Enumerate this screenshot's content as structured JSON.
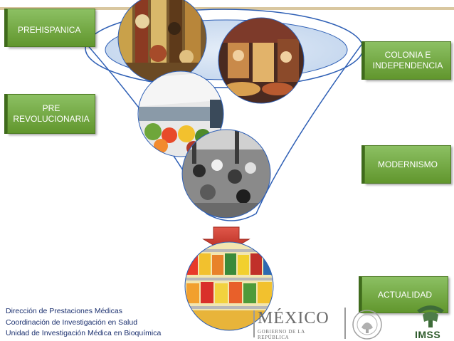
{
  "labels": {
    "prehispanica": "PREHISPANICA",
    "colonia_line1": "COLONIA E",
    "colonia_line2": "INDEPENDENCIA",
    "pre_line1": "PRE",
    "pre_line2": "REVOLUCIONARIA",
    "modernismo": "MODERNISMO",
    "actualidad": "ACTUALIDAD"
  },
  "footer": {
    "line1": "Dirección de Prestaciones Médicas",
    "line2": "Coordinación de Investigación en Salud",
    "line3": "Unidad de Investigación Médica en Bioquímica"
  },
  "logos": {
    "mexico_word": "MÉXICO",
    "mexico_sub": "GOBIERNO DE LA REPÚBLICA",
    "imss_word": "IMSS"
  },
  "colors": {
    "label_green": "#6fa23c",
    "funnel_blue": "#2e5fb5",
    "arrow_red": "#c0392b",
    "footer_text": "#1a2f6e"
  }
}
